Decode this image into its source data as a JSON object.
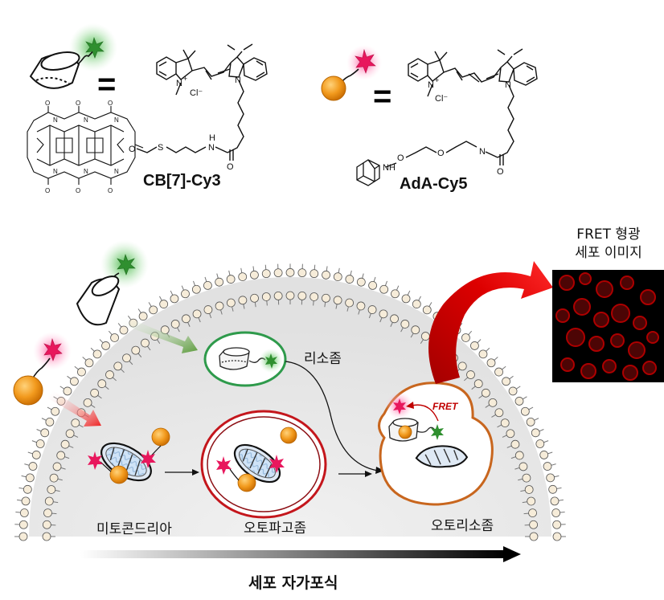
{
  "equals_sign": "=",
  "top": {
    "left_compound": {
      "name": "CB[7]-Cy3",
      "atom_labels": {
        "n_plus": "N",
        "plus": "+",
        "cl": "Cl⁻",
        "n": "N",
        "h_n": "H",
        "o": "O",
        "s": "S"
      }
    },
    "right_compound": {
      "name": "AdA-Cy5",
      "atom_labels": {
        "n_plus": "N",
        "plus": "+",
        "cl": "Cl⁻",
        "n": "N",
        "nh": "NH",
        "o": "O"
      }
    }
  },
  "cell": {
    "lysosome_label": "리소좀",
    "mitochondria_label": "미토콘드리아",
    "autophagosome_label": "오토파고좀",
    "autolysosome_label": "오토리소좀",
    "fret_arrow_label": "FRET"
  },
  "bottom_arrow_label": "세포 자가포식",
  "fret_image": {
    "title_line1": "FRET 형광",
    "title_line2": "세포 이미지"
  },
  "colors": {
    "cy3_green": "#3f9b3f",
    "cy5_pink": "#e8175d",
    "adamantane_orange": "#f29a1d",
    "lysosome_ring": "#2e9a4b",
    "autophagosome_ring": "#c4161c",
    "autolysosome_ring": "#c8661e",
    "fret_red": "#cc0000",
    "membrane_head": "#f6ecd9"
  }
}
